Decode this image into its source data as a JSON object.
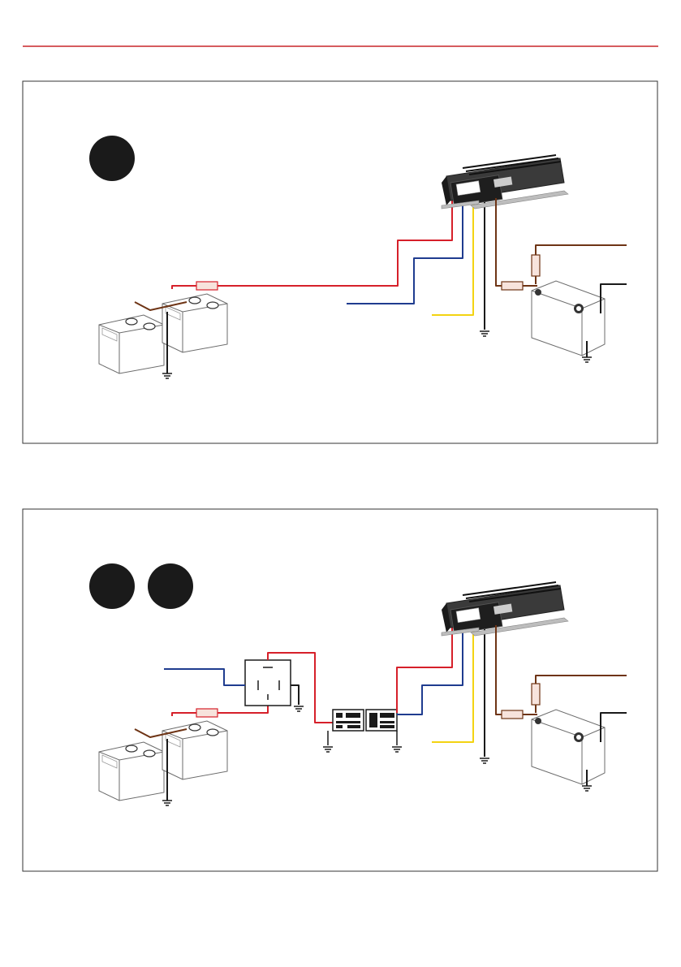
{
  "colors": {
    "header_rule": "#c8262a",
    "panel_border": "#333333",
    "step_badge": "#1a1a1a",
    "wire_positive": "#d6202a",
    "wire_blue": "#1f3c8f",
    "wire_yellow": "#f3d312",
    "wire_black": "#1a1a1a",
    "wire_brown": "#6e3415",
    "fuse_fill": "#f7e3dc",
    "charger_body": "#2b2b2b",
    "battery_outline": "#6b6b6b"
  },
  "panels": [
    {
      "id": "panel-1",
      "step_badges": [
        ""
      ],
      "components": [
        "dual-house-batteries",
        "inline-fuse",
        "dc-dc-charger",
        "start-battery",
        "ground-symbols"
      ]
    },
    {
      "id": "panel-2",
      "step_badges": [
        "",
        ""
      ],
      "components": [
        "dual-house-batteries",
        "inline-fuse",
        "relay",
        "anderson-plug-pair",
        "dc-dc-charger",
        "start-battery",
        "ground-symbols"
      ]
    }
  ],
  "icons": {
    "charger": "dc-dc-charger-icon",
    "battery": "battery-icon",
    "fuse": "fuse-icon",
    "ground": "ground-icon",
    "relay": "relay-icon",
    "connector": "anderson-plug-icon"
  }
}
